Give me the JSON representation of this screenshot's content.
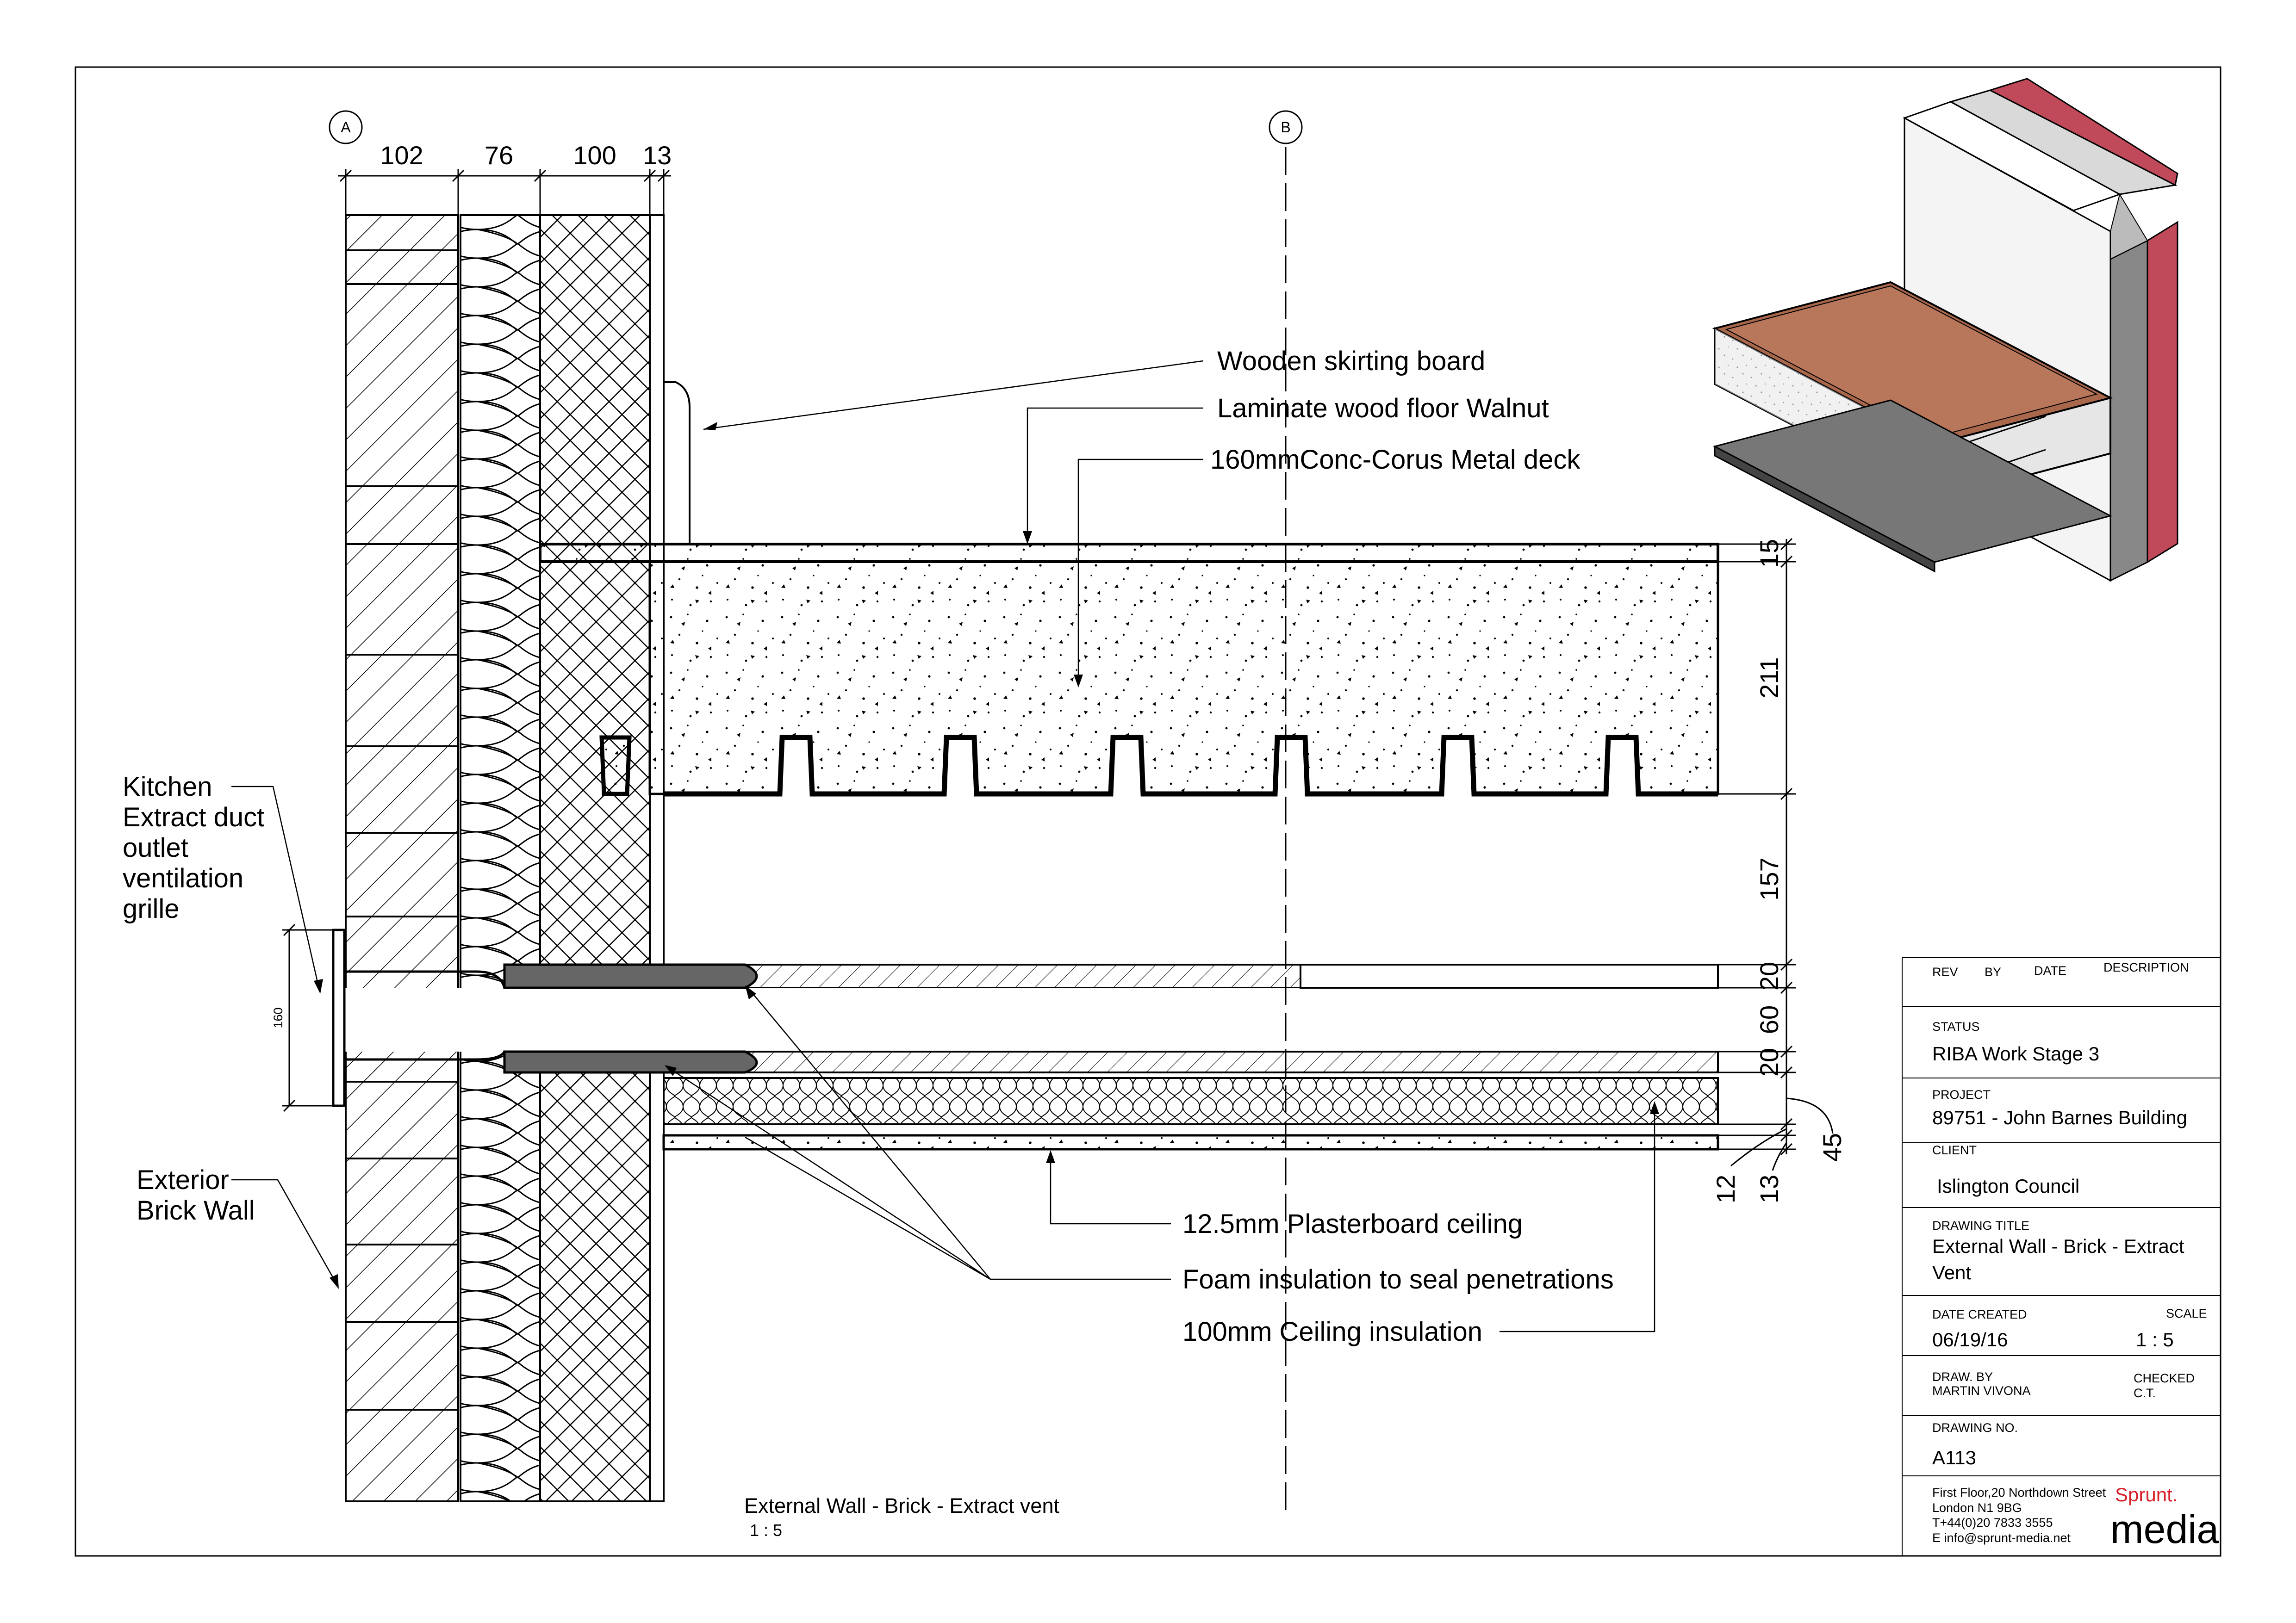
{
  "grid": {
    "a": "A",
    "b": "B"
  },
  "wall_dims": [
    "102",
    "76",
    "100",
    "13"
  ],
  "annotations": {
    "skirting": "Wooden skirting board",
    "laminate": "Laminate wood floor Walnut",
    "deck": "160mmConc-Corus Metal deck",
    "plasterboard": "12.5mm Plasterboard ceiling",
    "foam": "Foam insulation to seal penetrations",
    "ceiling_insulation": "100mm Ceiling insulation",
    "kitchen": [
      "Kitchen",
      "Extract duct",
      "outlet",
      "ventilation",
      "grille"
    ],
    "exterior": [
      "Exterior",
      "Brick Wall"
    ]
  },
  "right_dims": [
    "15",
    "211",
    "157",
    "20",
    "60",
    "20",
    "12",
    "13",
    "45"
  ],
  "duct_dim": "160",
  "view": {
    "title": "External Wall - Brick - Extract vent",
    "scale": "1 : 5"
  },
  "title_block": {
    "rev_headers": {
      "rev": "REV",
      "by": "BY",
      "date": "DATE",
      "description": "DESCRIPTION"
    },
    "status_label": "STATUS",
    "status": "RIBA Work Stage 3",
    "project_label": "PROJECT",
    "project": "89751 - John Barnes Building",
    "client_label": "CLIENT",
    "client": "Islington Council",
    "drawing_title_label": "DRAWING TITLE",
    "drawing_title": [
      "External Wall - Brick - Extract",
      "Vent"
    ],
    "date_label": "DATE CREATED",
    "date": "06/19/16",
    "scale_label": "SCALE",
    "scale": "1 : 5",
    "drawn_label": "DRAW. BY",
    "drawn": "MARTIN VIVONA",
    "checked_label": "CHECKED",
    "checked": "C.T.",
    "drawing_no_label": "DRAWING NO.",
    "drawing_no": "A113",
    "address": [
      "First Floor,20 Northdown Street",
      "London N1 9BG",
      "T+44(0)20 7833 3555",
      "E info@sprunt-media.net"
    ],
    "logo_top": "Sprunt.",
    "logo_bottom": "media"
  },
  "colors": {
    "line": "#000000",
    "logo_red": "#d6202a",
    "floor_brown": "#b8765a",
    "brick_red": "#c0495a",
    "concrete_grey": "#e6e6e6"
  }
}
